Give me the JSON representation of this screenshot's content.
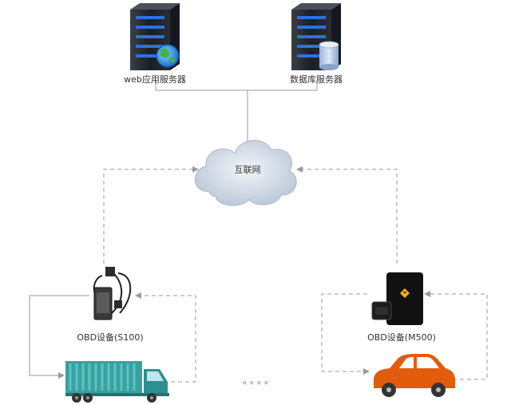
{
  "nodes": {
    "web_server": {
      "label": "web应用服务器"
    },
    "db_server": {
      "label": "数据库服务器"
    },
    "internet": {
      "label": "互联网"
    },
    "obd_s100": {
      "label": "OBD设备(S100)"
    },
    "obd_m500": {
      "label": "OBD设备(M500)"
    },
    "ellipsis": {
      "label": "。。。。"
    }
  },
  "colors": {
    "rack": "#1e2126",
    "rack_led": "#2f6fe0",
    "cloud": "#c9d4e2",
    "line": "#9a9a9a",
    "truck_cargo": "#3aa0a0",
    "truck_cab": "#2e8f8f",
    "car_body": "#e25c0c",
    "wheel": "#333333"
  }
}
